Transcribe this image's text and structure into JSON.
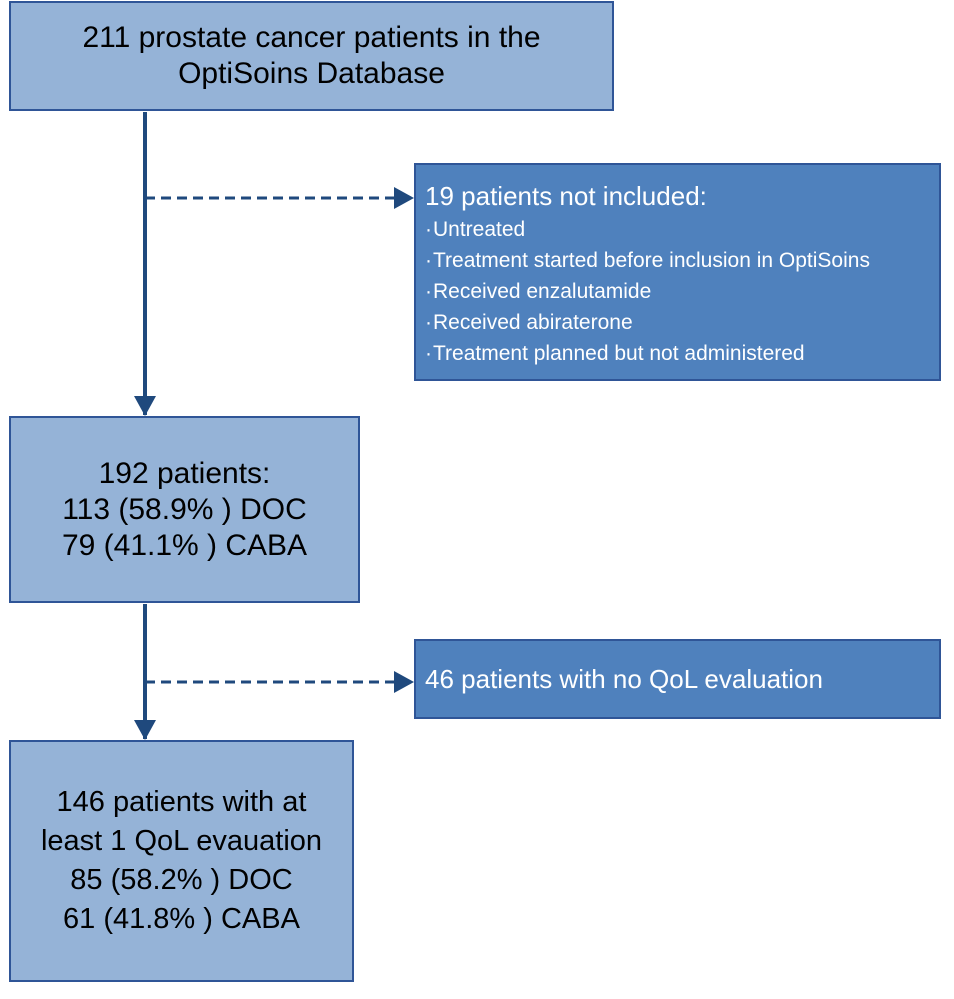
{
  "flowchart": {
    "start_box": {
      "lines": [
        "211 prostate cancer patients in the",
        "OptiSoins Database"
      ]
    },
    "exclusion_1": {
      "title": "19 patients not included:",
      "items": [
        "Untreated",
        "Treatment started before inclusion in OptiSoins",
        "Received enzalutamide",
        "Received abiraterone",
        "Treatment planned but not administered"
      ]
    },
    "middle_box": {
      "lines": [
        "192 patients:",
        "113 (58.9% ) DOC",
        "79 (41.1% ) CABA"
      ]
    },
    "exclusion_2": {
      "text": "46 patients with no QoL evaluation"
    },
    "final_box": {
      "lines": [
        "146 patients with at",
        "least 1 QoL evauation",
        "85 (58.2% ) DOC",
        "61 (41.8% ) CABA"
      ]
    },
    "colors": {
      "main_box_fill": "#95b3d7",
      "side_box_fill": "#4f81bd",
      "border": "#2f5597",
      "arrow": "#1f497d"
    }
  }
}
